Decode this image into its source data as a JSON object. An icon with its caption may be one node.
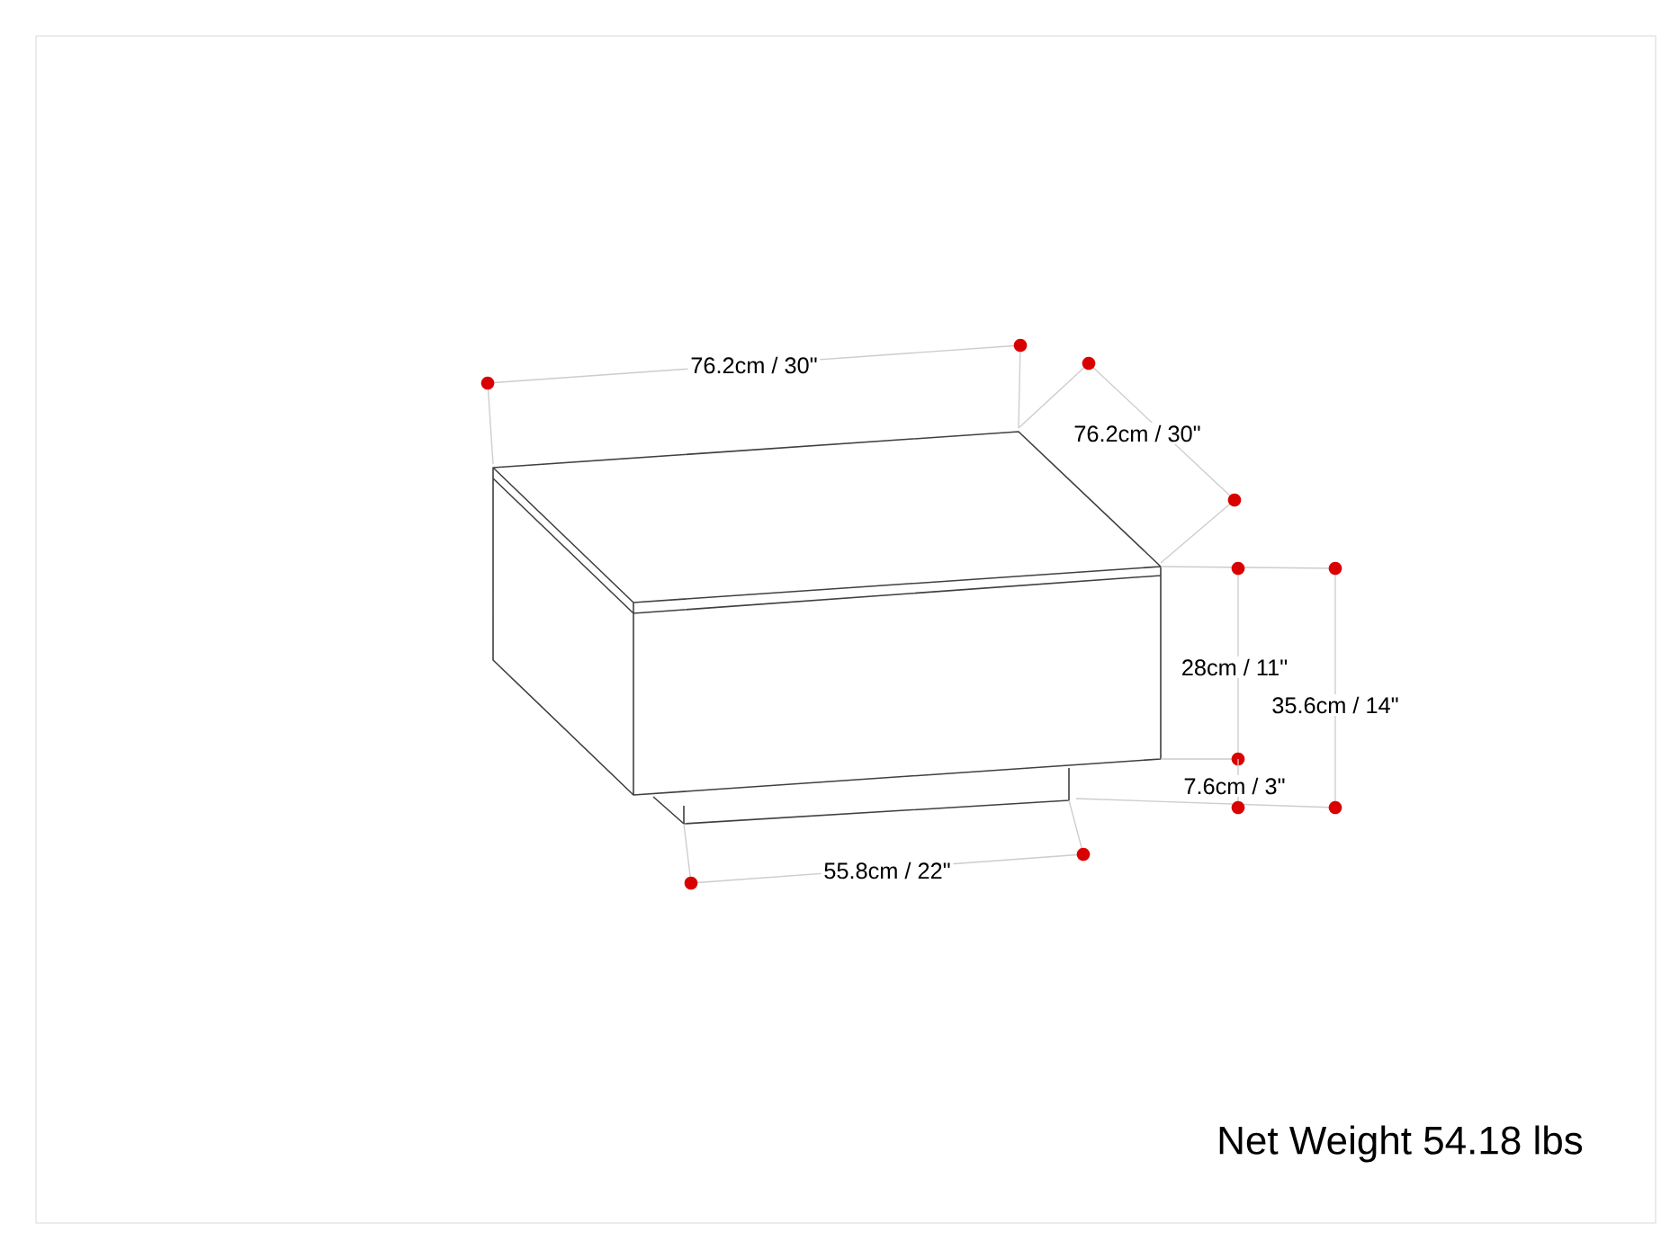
{
  "diagram": {
    "labels": [
      "76.2cm / 30\"",
      "76.2cm / 30\"",
      "28cm / 11\"",
      "35.6cm / 14\"",
      "7.6cm / 3\"",
      "55.8cm / 22\"",
      "Net Weight 54.18 lbs"
    ]
  }
}
